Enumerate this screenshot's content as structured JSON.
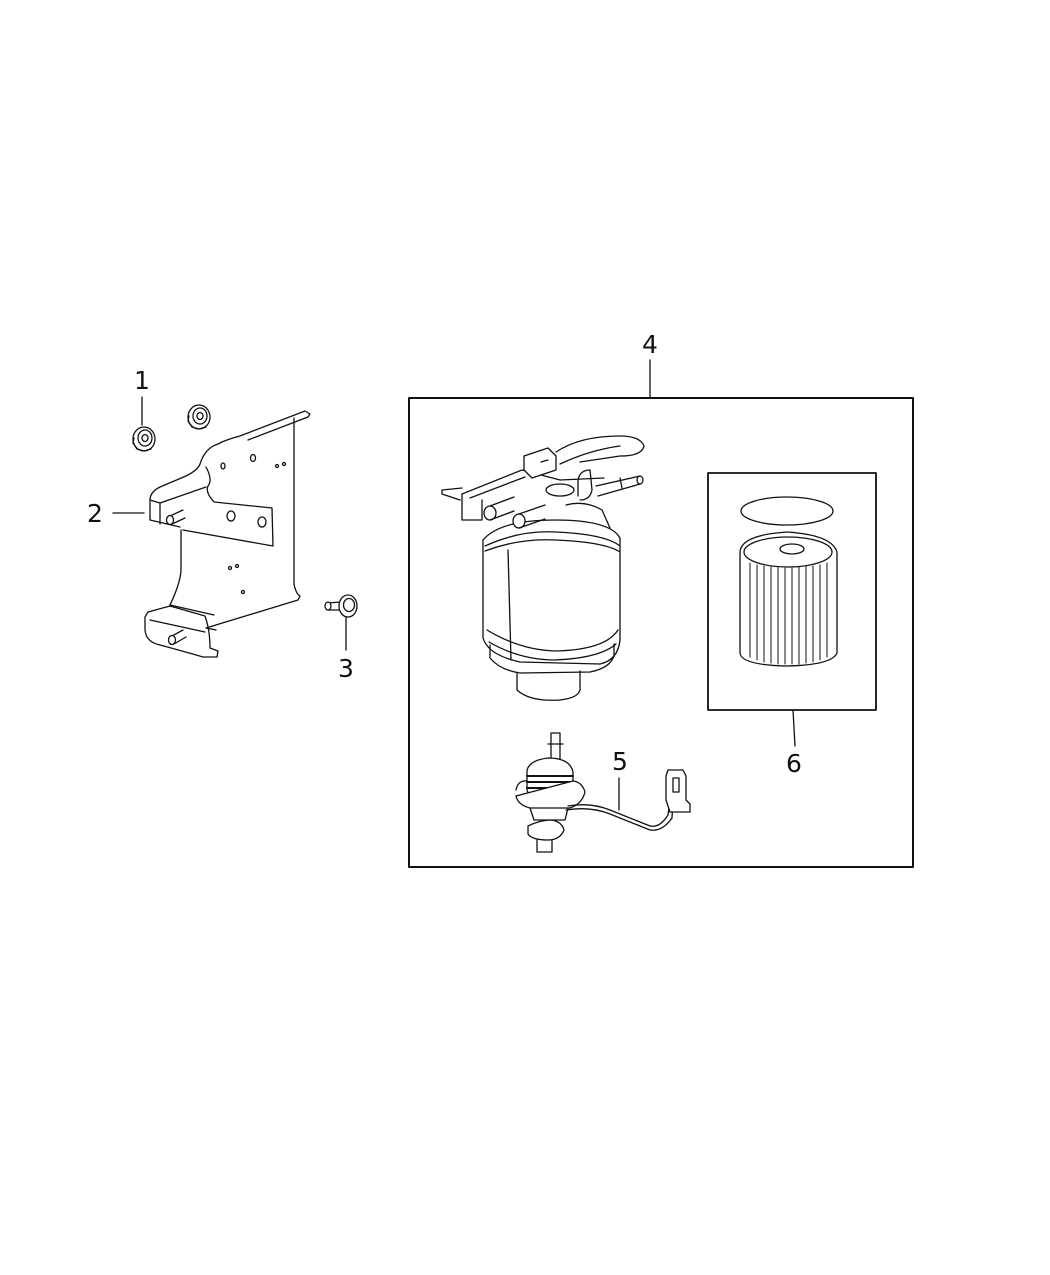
{
  "diagram": {
    "type": "exploded parts diagram",
    "background": "#ffffff",
    "line_color": "#111111",
    "callouts": [
      {
        "id": "1",
        "label": "1",
        "part": "nut (x2)"
      },
      {
        "id": "2",
        "label": "2",
        "part": "mounting bracket"
      },
      {
        "id": "3",
        "label": "3",
        "part": "bolt"
      },
      {
        "id": "4",
        "label": "4",
        "part": "fuel filter / water separator assembly"
      },
      {
        "id": "5",
        "label": "5",
        "part": "water-in-fuel sensor with wiring pigtail"
      },
      {
        "id": "6",
        "label": "6",
        "part": "filter element with gasket"
      }
    ]
  }
}
